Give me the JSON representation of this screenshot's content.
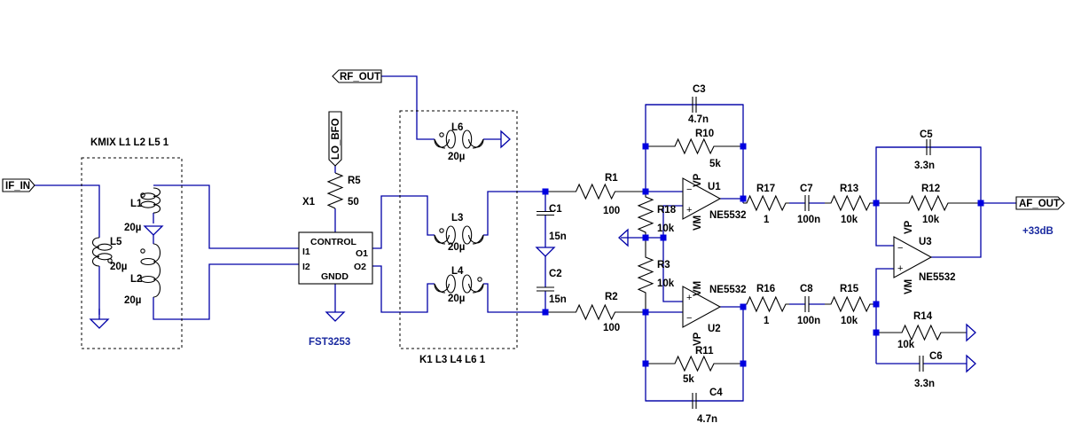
{
  "labels": {
    "if_in": "IF_IN",
    "rf_out": "RF_OUT",
    "lo_bfo": "LO_BFO",
    "af_out": "AF_OUT",
    "kmix": "KMIX L1 L2 L5 1",
    "k1": "K1 L3 L4 L6 1",
    "x1": "X1",
    "x1_model": "FST3253",
    "gain": "+33dB"
  },
  "x1_pins": {
    "control": "CONTROL",
    "i1": "I1",
    "i2": "I2",
    "o1": "O1",
    "o2": "O2",
    "gndd": "GNDD"
  },
  "components": {
    "L1": {
      "ref": "L1",
      "value": "20µ"
    },
    "L2": {
      "ref": "L2",
      "value": "20µ"
    },
    "L3": {
      "ref": "L3",
      "value": "20µ"
    },
    "L4": {
      "ref": "L4",
      "value": "20µ"
    },
    "L5": {
      "ref": "L5",
      "value": "20µ"
    },
    "L6": {
      "ref": "L6",
      "value": "20µ"
    },
    "R1": {
      "ref": "R1",
      "value": "100"
    },
    "R2": {
      "ref": "R2",
      "value": "100"
    },
    "R3": {
      "ref": "R3",
      "value": "10k"
    },
    "R5": {
      "ref": "R5",
      "value": "50"
    },
    "R10": {
      "ref": "R10",
      "value": "5k"
    },
    "R11": {
      "ref": "R11",
      "value": "5k"
    },
    "R12": {
      "ref": "R12",
      "value": "10k"
    },
    "R13": {
      "ref": "R13",
      "value": "10k"
    },
    "R14": {
      "ref": "R14",
      "value": "10k"
    },
    "R15": {
      "ref": "R15",
      "value": "10k"
    },
    "R16": {
      "ref": "R16",
      "value": "1"
    },
    "R17": {
      "ref": "R17",
      "value": "1"
    },
    "R18": {
      "ref": "R18",
      "value": "10k"
    },
    "C1": {
      "ref": "C1",
      "value": "15n"
    },
    "C2": {
      "ref": "C2",
      "value": "15n"
    },
    "C3": {
      "ref": "C3",
      "value": "4.7n"
    },
    "C4": {
      "ref": "C4",
      "value": "4.7n"
    },
    "C5": {
      "ref": "C5",
      "value": "3.3n"
    },
    "C6": {
      "ref": "C6",
      "value": "3.3n"
    },
    "C7": {
      "ref": "C7",
      "value": "100n"
    },
    "C8": {
      "ref": "C8",
      "value": "100n"
    }
  },
  "opamps": {
    "U1": {
      "ref": "U1",
      "model": "NE5532",
      "vp": "VP",
      "vm": "VM"
    },
    "U2": {
      "ref": "U2",
      "model": "NE5532",
      "vp": "VP",
      "vm": "VM"
    },
    "U3": {
      "ref": "U3",
      "model": "NE5532",
      "vp": "VP",
      "vm": "VM"
    }
  },
  "colors": {
    "wire": "#0000a8",
    "junction": "#0000e0",
    "symbol": "#000000",
    "annotation": "#1a2aa0"
  }
}
